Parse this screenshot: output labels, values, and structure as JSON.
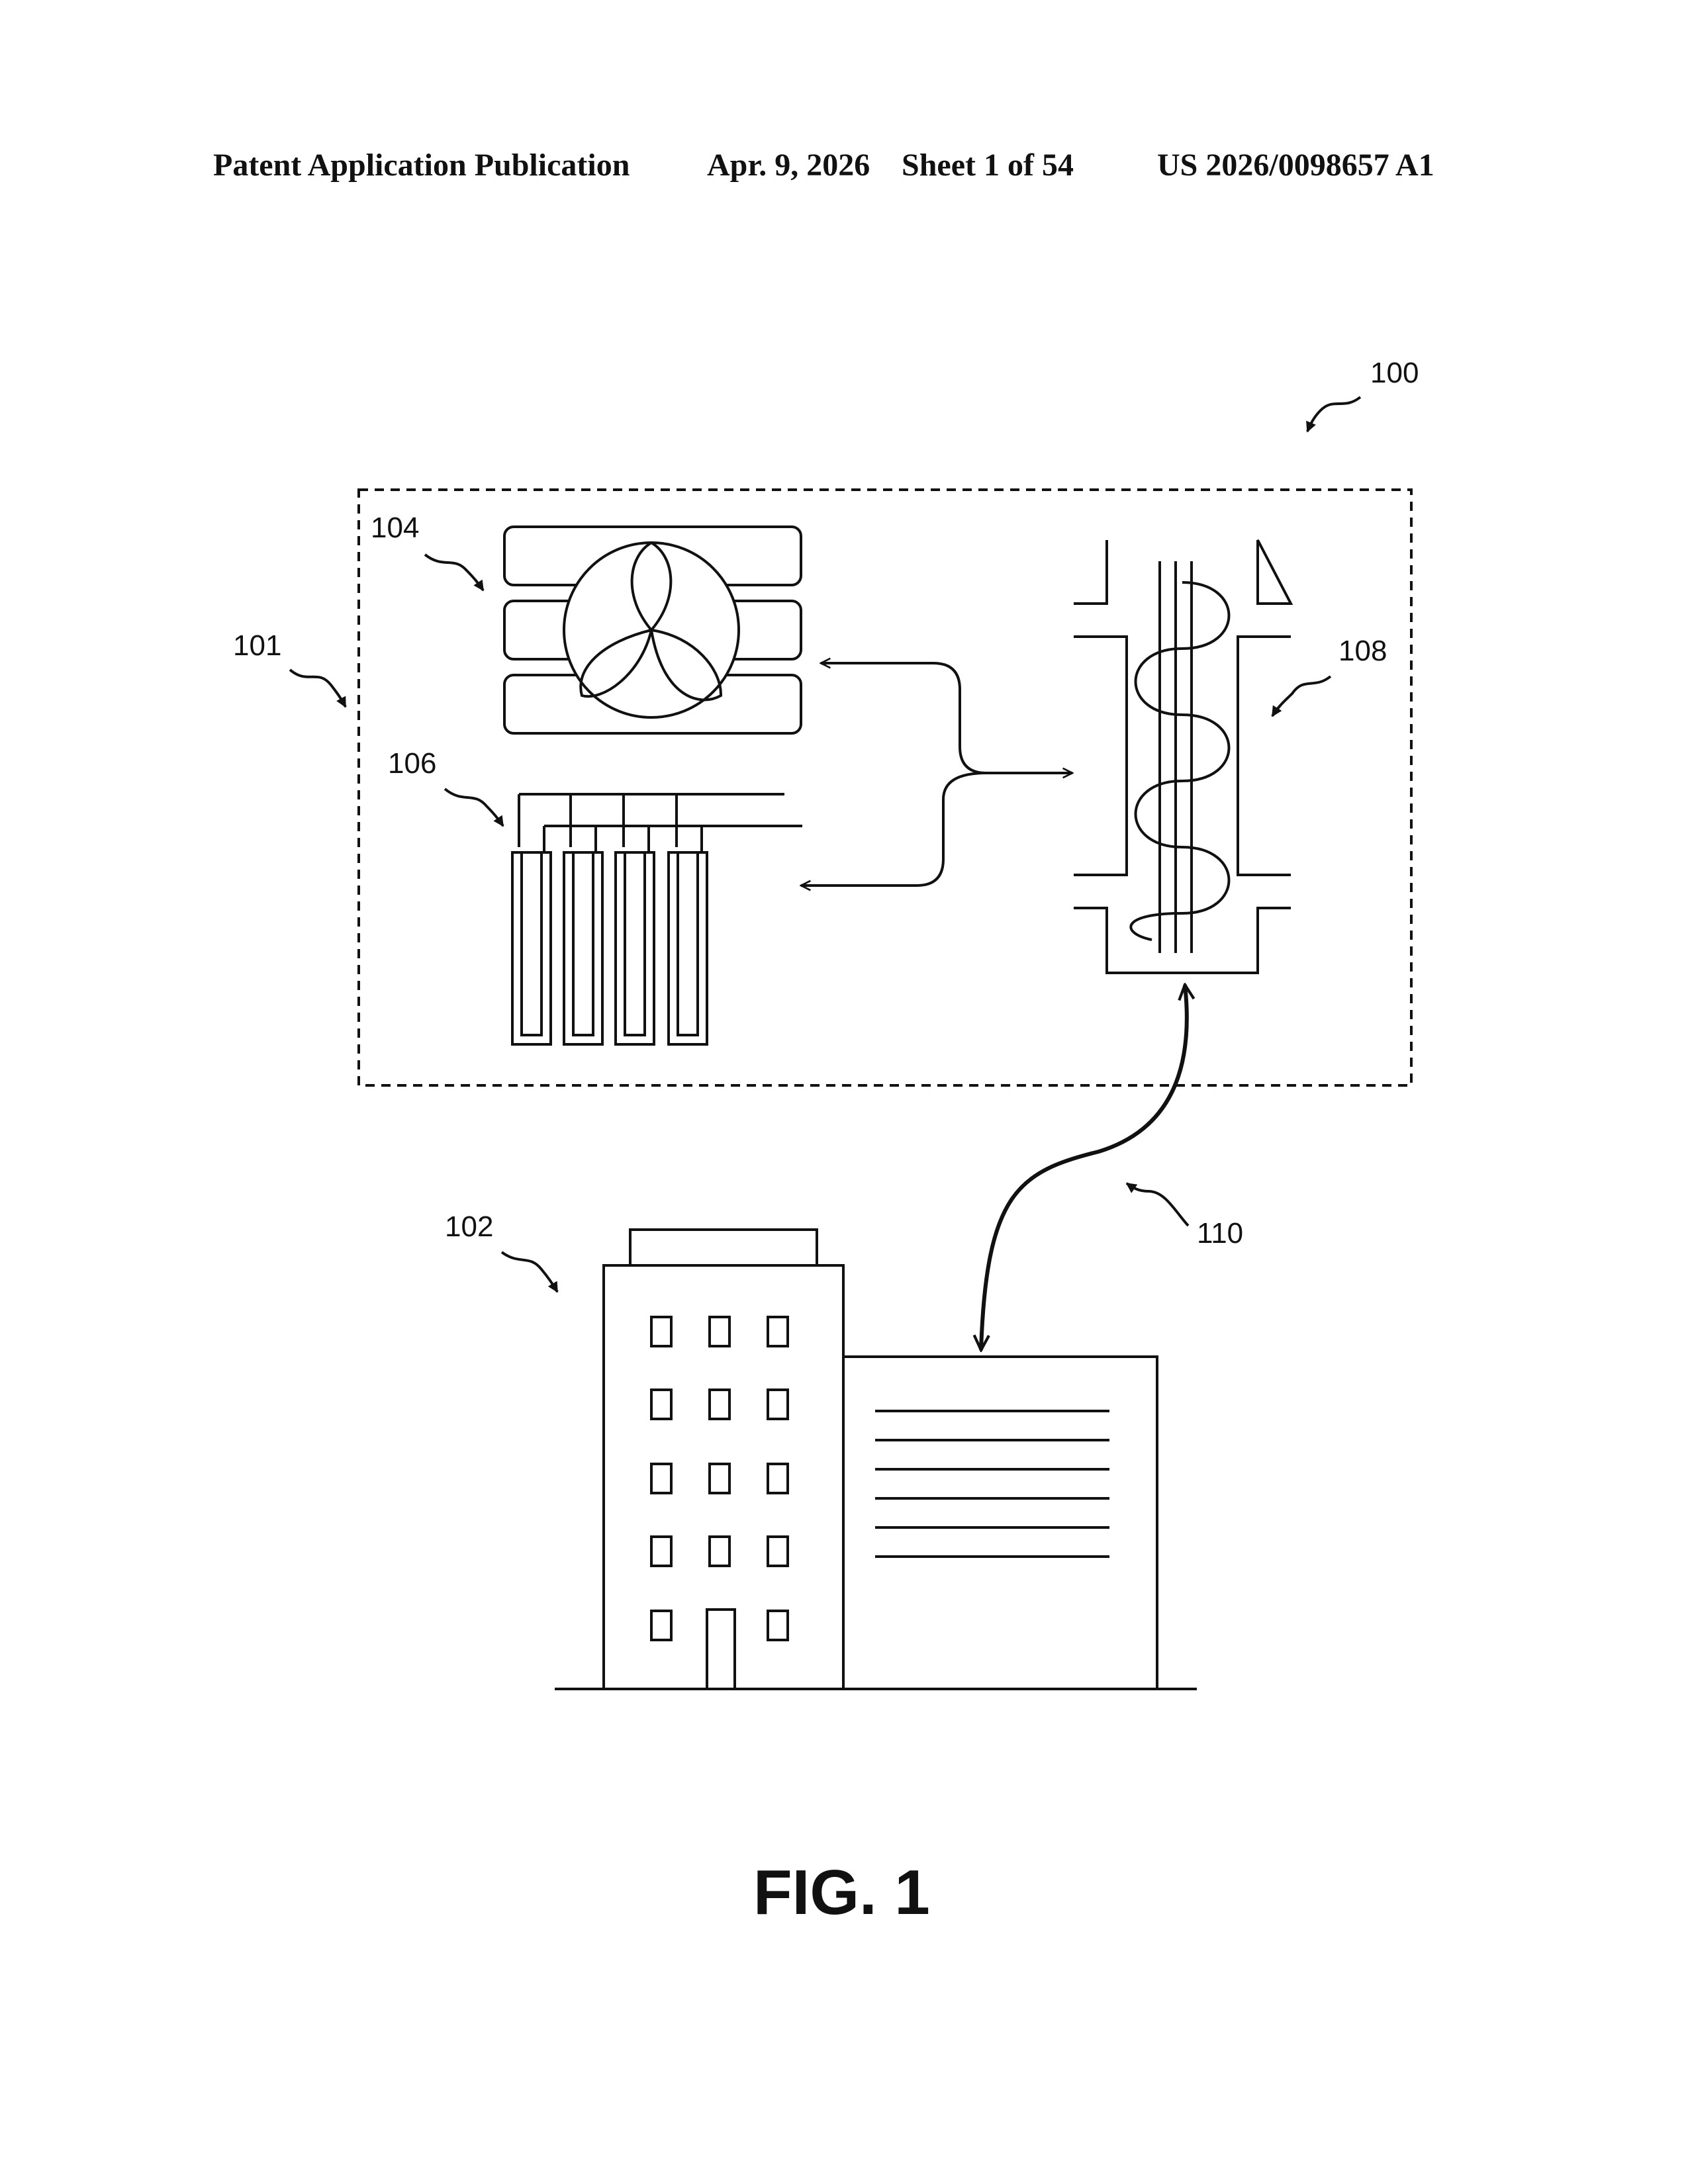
{
  "header": {
    "publication_type": "Patent Application Publication",
    "date": "Apr. 9, 2026",
    "sheet": "Sheet 1 of 54",
    "patent_number": "US 2026/0098657 A1"
  },
  "figure": {
    "caption": "FIG. 1",
    "labels": {
      "system": "100",
      "enclosure": "101",
      "building": "102",
      "turbine": "104",
      "tubes": "106",
      "exchanger": "108",
      "connection": "110"
    }
  }
}
